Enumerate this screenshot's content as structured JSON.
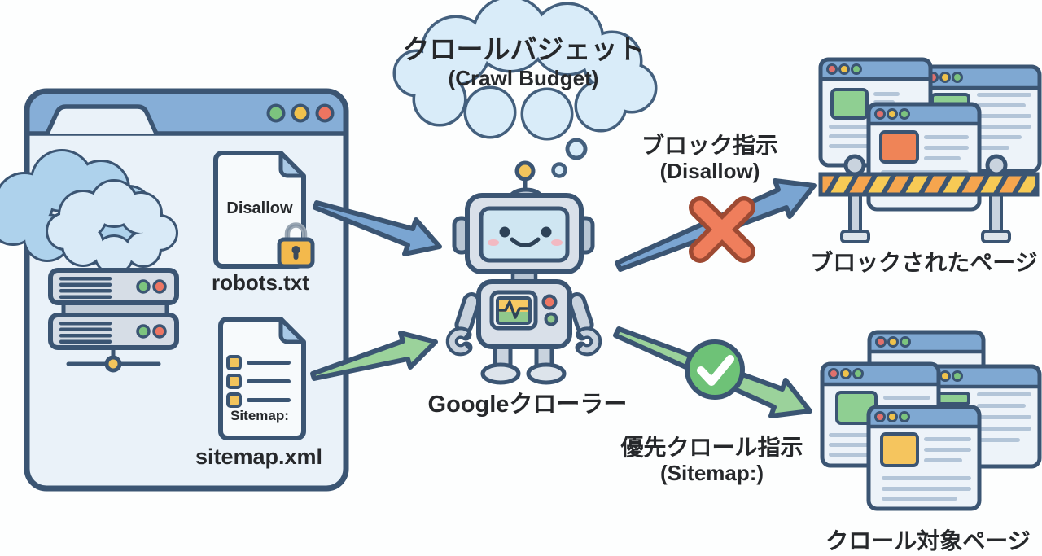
{
  "bubble": {
    "title_jp": "クロールバジェット",
    "title_en": "(Crawl Budget)"
  },
  "website": {
    "robots_doc_text": "Disallow",
    "robots_doc_label": "robots.txt",
    "sitemap_doc_text": "Sitemap:",
    "sitemap_doc_label": "sitemap.xml"
  },
  "crawler": {
    "label": "Googleクローラー"
  },
  "block_route": {
    "title_jp": "ブロック指示",
    "title_en": "(Disallow)",
    "destination_label": "ブロックされたページ"
  },
  "priority_route": {
    "title_jp": "優先クロール指示",
    "title_en": "(Sitemap:)",
    "destination_label": "クロール対象ページ"
  },
  "icons": [
    "cloud-icon",
    "server-stack-icon",
    "document-icon",
    "lock-icon",
    "checklist-icon",
    "thought-cloud-icon",
    "robot-icon",
    "arrow-icon",
    "x-mark-icon",
    "check-mark-icon",
    "barrier-icon",
    "browser-window-icon",
    "traffic-light-icon"
  ],
  "colors": {
    "outline": "#3b5573",
    "window_header_blue": "#86aed7",
    "window_body": "#eaf2f9",
    "arrow_blue": "#7aa5d2",
    "arrow_green": "#9bd29b",
    "cross_red": "#ef7e5c",
    "check_green": "#6ec277",
    "lock_yellow": "#f3b94c",
    "box_green": "#8fcf92",
    "box_orange": "#ef8457",
    "box_yellow": "#f5c55e"
  }
}
